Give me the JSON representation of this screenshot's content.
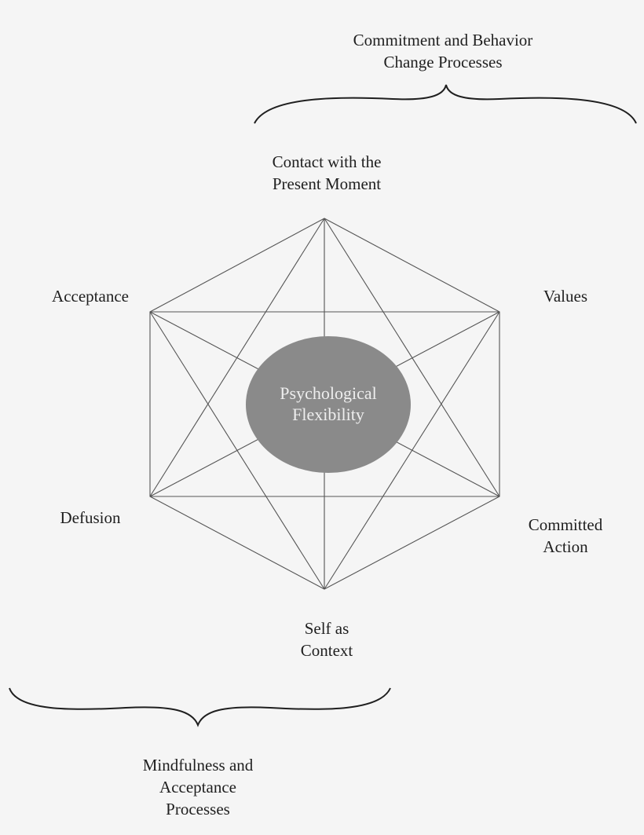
{
  "brackets": {
    "top": {
      "lines": [
        "Commitment and Behavior",
        "Change Processes"
      ]
    },
    "bottom": {
      "lines": [
        "Mindfulness and",
        "Acceptance",
        "Processes"
      ]
    }
  },
  "nodes": {
    "present_moment": [
      "Contact with the",
      "Present Moment"
    ],
    "values": [
      "Values"
    ],
    "committed_action": [
      "Committed",
      "Action"
    ],
    "self_as_context": [
      "Self as",
      "Context"
    ],
    "defusion": [
      "Defusion"
    ],
    "acceptance": [
      "Acceptance"
    ]
  },
  "center": {
    "lines": [
      "Psychological",
      "Flexibility"
    ]
  },
  "colors": {
    "background": "#f5f5f5",
    "line": "#555555",
    "ellipse_fill": "#8a8a8a",
    "center_text": "#eeeeee",
    "text": "#1f1f1f"
  }
}
